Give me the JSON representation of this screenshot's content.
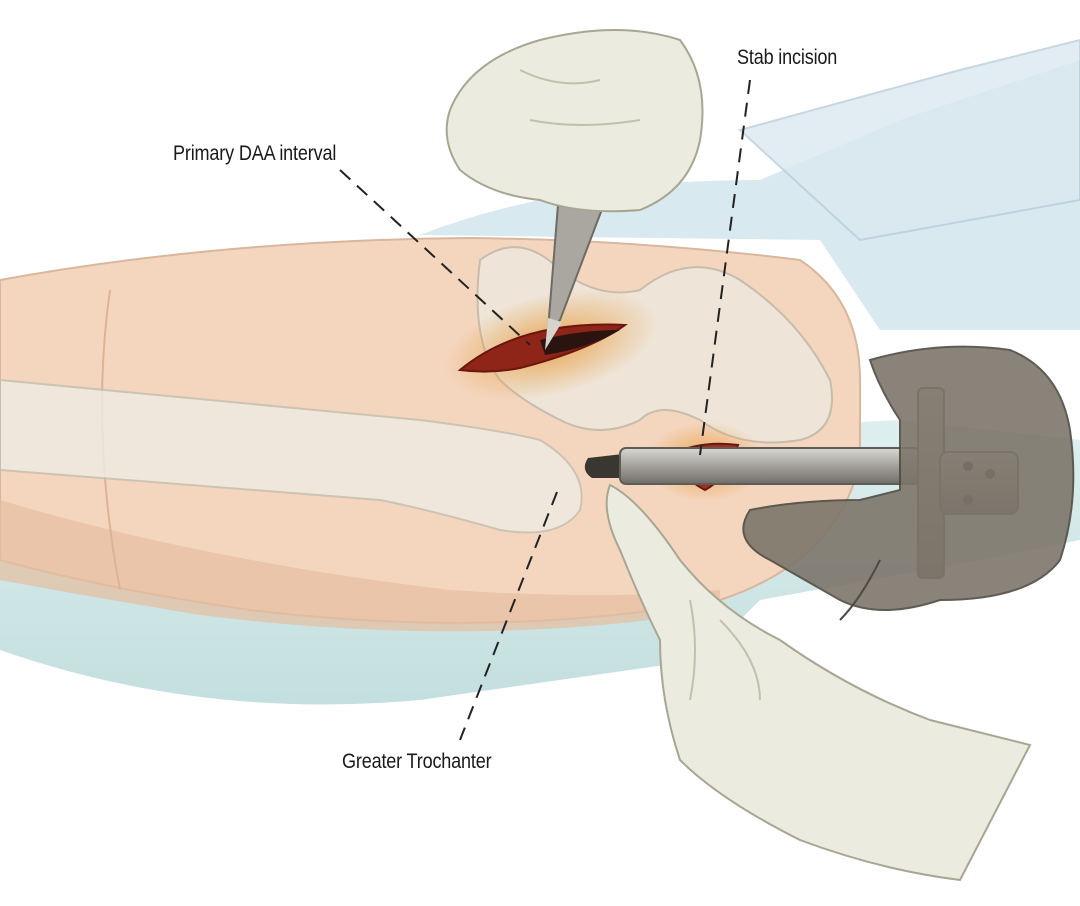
{
  "labels": {
    "stab_incision": "Stab incision",
    "primary_daa_interval": "Primary DAA interval",
    "greater_trochanter": "Greater Trochanter"
  },
  "colors": {
    "skin": "#f4d6bf",
    "skin_shadow": "#e7bca0",
    "drape": "#cfe7e6",
    "drape_shadow": "#b5d6d6",
    "glove": "#ecebdf",
    "glove_shadow": "#c9c7b5",
    "dark_glove": "#7d766b",
    "bone": "#ece9df",
    "wound": "#b0392a",
    "wound_glow": "#e79a3a",
    "metal": "#a8a6a0",
    "leader_line": "#222222"
  },
  "icons": [
    "scalpel-icon",
    "trocar-icon",
    "pelvis-bone-icon",
    "femur-bone-icon",
    "gloved-hand-icon"
  ]
}
